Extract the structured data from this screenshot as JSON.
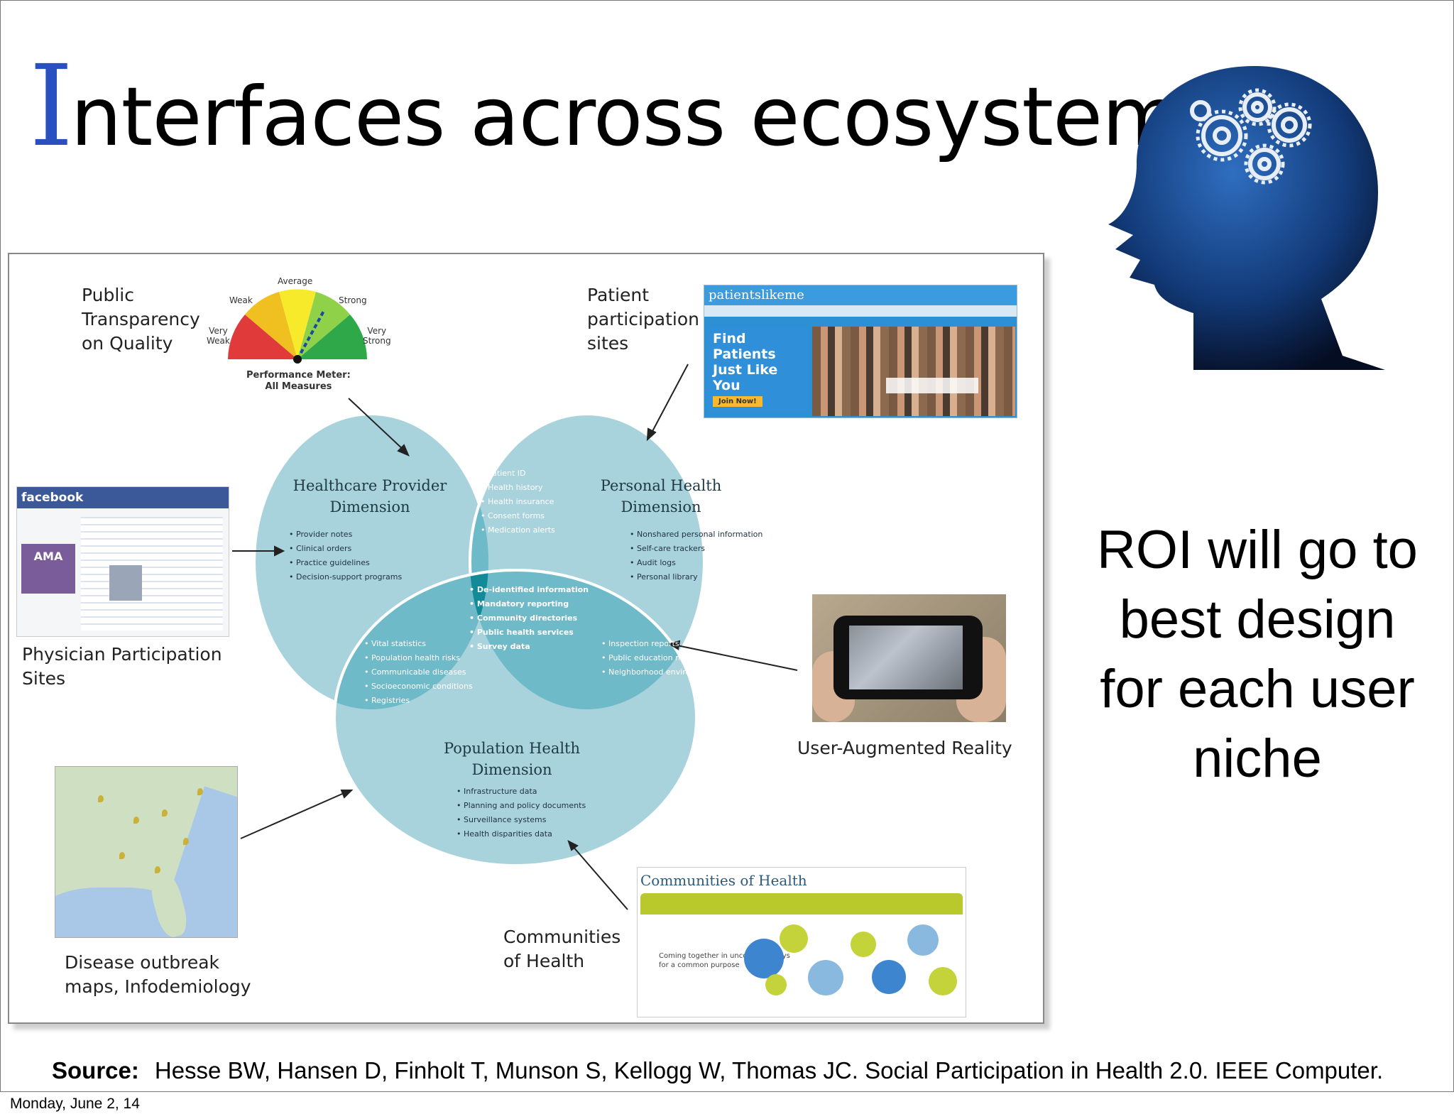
{
  "title": {
    "initial": "I",
    "rest": "nterfaces across ecosystem"
  },
  "roi_text": [
    "ROI will go to",
    "best design",
    "for each user",
    "niche"
  ],
  "figure": {
    "labels": {
      "public_transparency": [
        "Public",
        "Transparency",
        "on Quality"
      ],
      "patient_participation": [
        "Patient",
        "participation",
        "sites"
      ],
      "physician_participation": [
        "Physician Participation",
        "Sites"
      ],
      "user_augmented_reality": "User-Augmented Reality",
      "disease_outbreak": [
        "Disease outbreak",
        "maps, Infodemiology"
      ],
      "communities_of_health": [
        "Communities",
        "of Health"
      ]
    },
    "meter": {
      "average": "Average",
      "weak": "Weak",
      "strong": "Strong",
      "very_weak": [
        "Very",
        "Weak"
      ],
      "very_strong": [
        "Very",
        "Strong"
      ],
      "caption": [
        "Performance Meter:",
        "All Measures"
      ]
    },
    "venn": {
      "healthcare_provider": {
        "title": [
          "Healthcare Provider",
          "Dimension"
        ],
        "items": [
          "Provider notes",
          "Clinical orders",
          "Practice guidelines",
          "Decision-support programs"
        ]
      },
      "personal_health": {
        "title": [
          "Personal Health",
          "Dimension"
        ],
        "items": [
          "Nonshared personal information",
          "Self-care trackers",
          "Audit logs",
          "Personal library"
        ]
      },
      "population_health": {
        "title": [
          "Population Health",
          "Dimension"
        ],
        "items": [
          "Infrastructure data",
          "Planning and policy documents",
          "Surveillance systems",
          "Health disparities data"
        ]
      },
      "provider_personal": [
        "Patient ID",
        "Health history",
        "Health insurance",
        "Consent forms",
        "Medication alerts"
      ],
      "provider_population": [
        "Vital statistics",
        "Population health risks",
        "Communicable diseases",
        "Socioeconomic conditions",
        "Registries"
      ],
      "personal_population": [
        "Inspection reports",
        "Public education materials",
        "Neighborhood environmental hazards"
      ],
      "center": [
        "De-identified information",
        "Mandatory reporting",
        "Community directories",
        "Public health services",
        "Survey data"
      ]
    },
    "thumbnails": {
      "patientslikeme_logo": "patientslikeme",
      "find_patients": [
        "Find Patients",
        "Just Like You"
      ],
      "join_now": "Join Now!",
      "facebook_logo": "facebook",
      "ama_logo": "AMA",
      "coh_title": "Communities of Health",
      "coh_tagline": [
        "Coming together in uncommon ways",
        "for a common purpose"
      ]
    }
  },
  "source": {
    "label": "Source:",
    "text": "Hesse BW, Hansen D, Finholt T, Munson S, Kellogg W, Thomas JC. Social Participation in Health 2.0. IEEE Computer."
  },
  "footer_date": "Monday, June 2, 14",
  "colors": {
    "title_initial": "#2a4fbf",
    "venn_outer": "#a9d3dc",
    "venn_pair": "#6fbac8",
    "venn_center": "#138a98"
  },
  "icons": {
    "head": "gear-head-icon"
  }
}
